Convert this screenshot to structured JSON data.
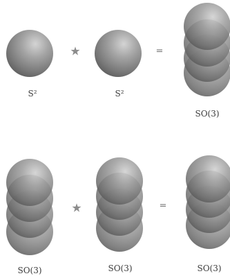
{
  "row1": {
    "left_label": "S²",
    "middle_label": "S²",
    "right_label": "SO(3)",
    "op1": "★",
    "op2": "="
  },
  "row2": {
    "left_label": "SO(3)",
    "middle_label": "SO(3)",
    "right_label": "SO(3)",
    "op1": "★",
    "op2": "="
  },
  "colors": {
    "sphere_light": "#c8c8c8",
    "sphere_mid": "#8e8e8e",
    "sphere_dark": "#565656",
    "operator": "#8a8a8a"
  }
}
